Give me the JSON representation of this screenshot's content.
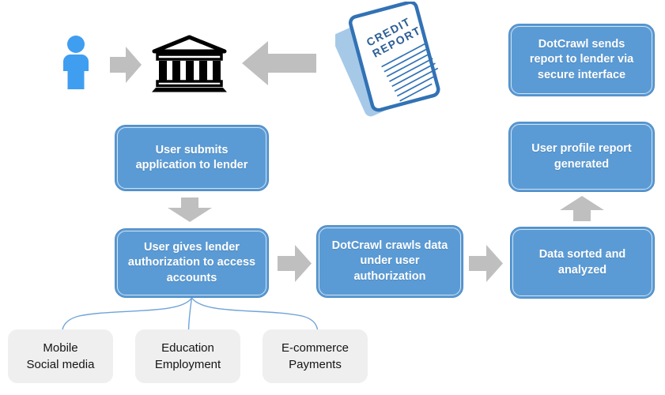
{
  "diagram": {
    "title_implied": "",
    "colors": {
      "node_fill": "#5B9BD5",
      "node_inner_border": "#FFFFFF",
      "node_text": "#FFFFFF",
      "flow_arrow": "#BFBFBF",
      "person_icon": "#3F9EF0",
      "bank_icon": "#000000",
      "report_border": "#3272B5",
      "report_back_page": "#A6C9E8",
      "report_text": "#2E5E96",
      "connector_line": "#6FA4D9",
      "source_fill": "#EFEFEF",
      "source_text": "#141414",
      "background": "#FFFFFF"
    },
    "report_doc": {
      "line1": "CREDIT",
      "line2": "REPORT"
    },
    "nodes": {
      "sends": {
        "lines": [
          "DotCrawl sends",
          "report to lender via",
          "secure interface"
        ]
      },
      "submit": {
        "lines": [
          "User submits",
          "application to lender"
        ]
      },
      "auth": {
        "lines": [
          "User gives lender",
          "authorization to access",
          "accounts"
        ]
      },
      "crawl": {
        "lines": [
          "DotCrawl crawls data",
          "under user",
          "authorization"
        ]
      },
      "sorted": {
        "lines": [
          "Data sorted and",
          "analyzed"
        ]
      },
      "profile": {
        "lines": [
          "User profile report",
          "generated"
        ]
      }
    },
    "sources": [
      {
        "line1": "Mobile",
        "line2": "Social media"
      },
      {
        "line1": "Education",
        "line2": "Employment"
      },
      {
        "line1": "E-commerce",
        "line2": "Payments"
      }
    ]
  }
}
